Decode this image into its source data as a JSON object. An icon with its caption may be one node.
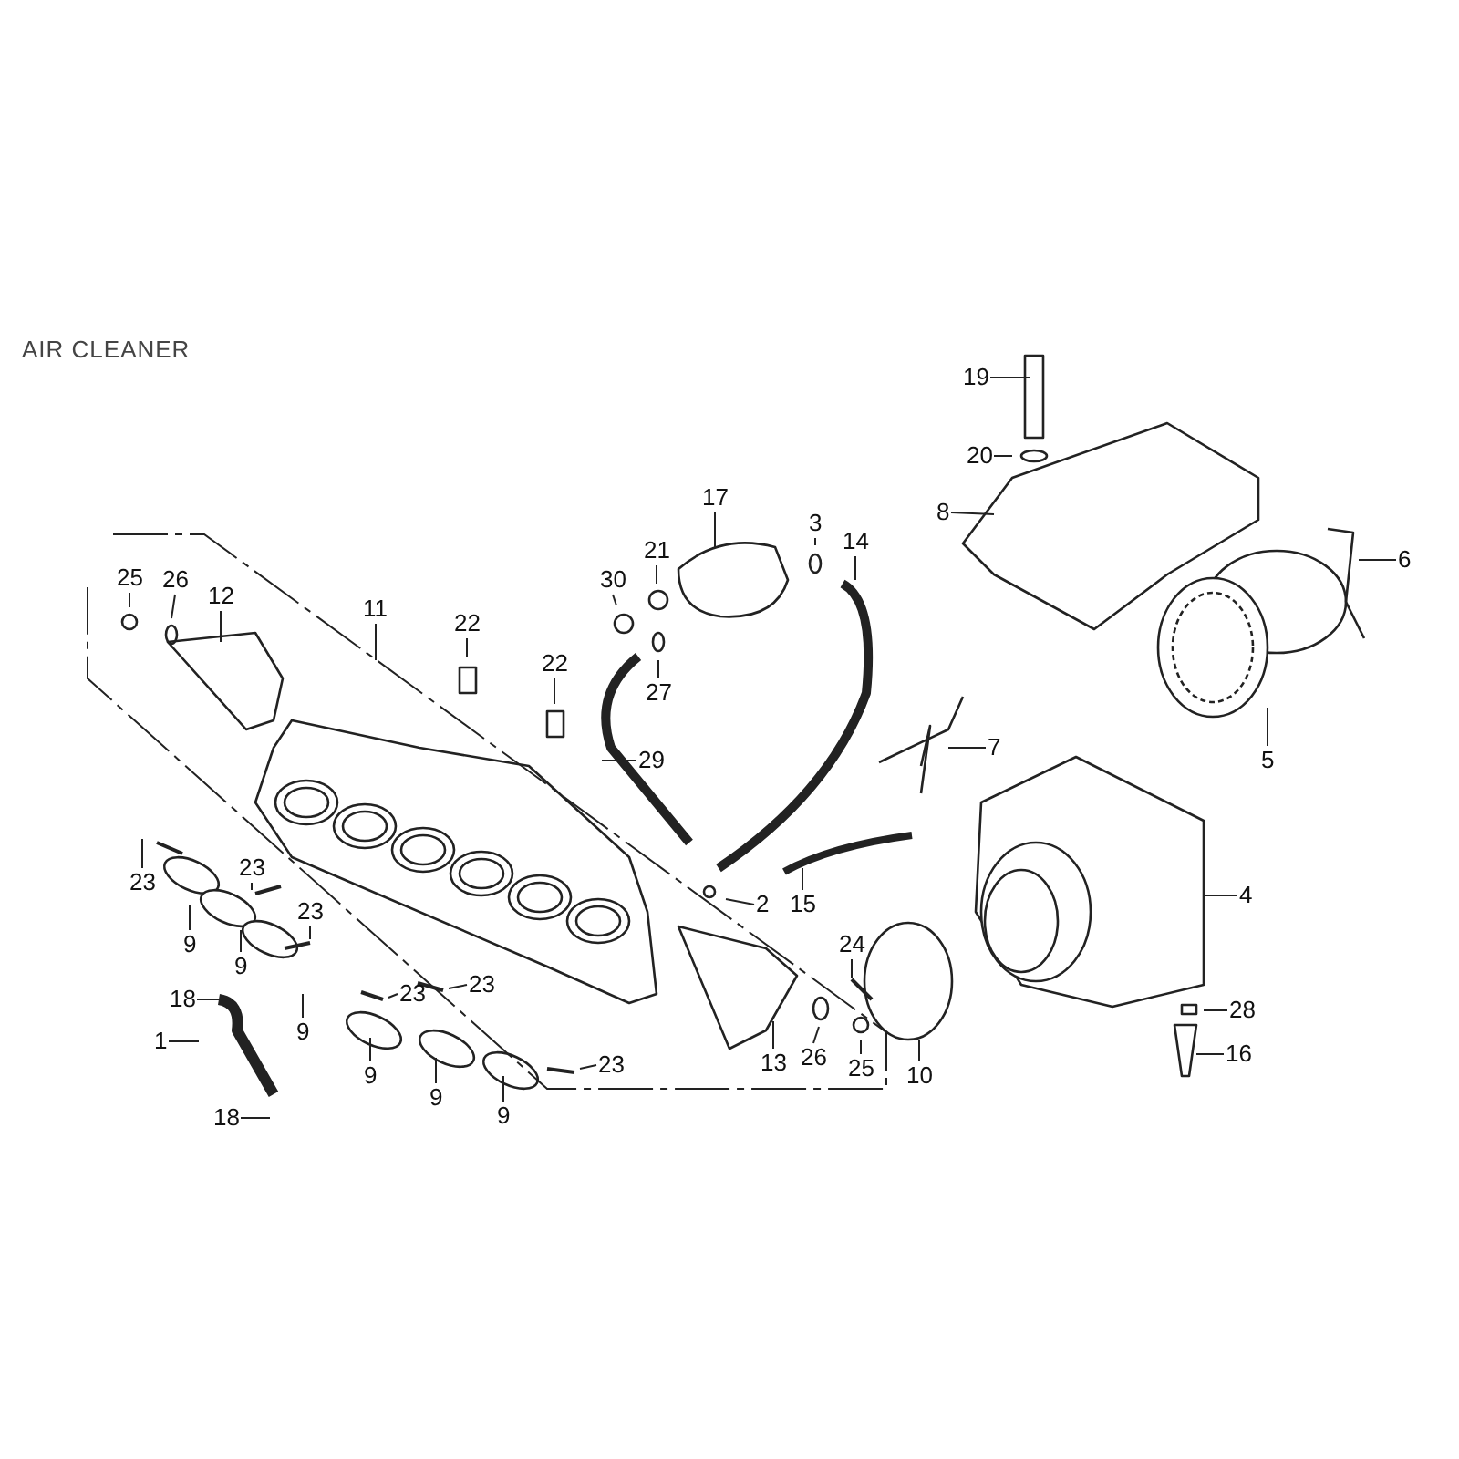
{
  "diagram": {
    "title": "AIR CLEANER",
    "nodes": [
      {
        "text": [
          "19"
        ]
      },
      {
        "text": [
          "20"
        ]
      },
      {
        "text": [
          "8"
        ]
      },
      {
        "text": [
          "6"
        ]
      },
      {
        "text": [
          "17"
        ]
      },
      {
        "text": [
          "3"
        ]
      },
      {
        "text": [
          "14"
        ]
      },
      {
        "text": [
          "30"
        ]
      },
      {
        "text": [
          "21"
        ]
      },
      {
        "text": [
          "27"
        ]
      },
      {
        "text": [
          "25"
        ]
      },
      {
        "text": [
          "26"
        ]
      },
      {
        "text": [
          "12"
        ]
      },
      {
        "text": [
          "11"
        ]
      },
      {
        "text": [
          "22"
        ]
      },
      {
        "text": [
          "22"
        ]
      },
      {
        "text": [
          "29"
        ]
      },
      {
        "text": [
          "7"
        ]
      },
      {
        "text": [
          "5"
        ]
      },
      {
        "text": [
          "2"
        ]
      },
      {
        "text": [
          "15"
        ]
      },
      {
        "text": [
          "4"
        ]
      },
      {
        "text": [
          "23"
        ]
      },
      {
        "text": [
          "9"
        ]
      },
      {
        "text": [
          "23"
        ]
      },
      {
        "text": [
          "23"
        ]
      },
      {
        "text": [
          "9"
        ]
      },
      {
        "text": [
          "18"
        ]
      },
      {
        "text": [
          "9"
        ]
      },
      {
        "text": [
          "1"
        ]
      },
      {
        "text": [
          "23"
        ]
      },
      {
        "text": [
          "23"
        ]
      },
      {
        "text": [
          "9"
        ]
      },
      {
        "text": [
          "18"
        ]
      },
      {
        "text": [
          "9"
        ]
      },
      {
        "text": [
          "9"
        ]
      },
      {
        "text": [
          "23"
        ]
      },
      {
        "text": [
          "13"
        ]
      },
      {
        "text": [
          "26"
        ]
      },
      {
        "text": [
          "25"
        ]
      },
      {
        "text": [
          "24"
        ]
      },
      {
        "text": [
          "10"
        ]
      },
      {
        "text": [
          "28"
        ]
      },
      {
        "text": [
          "16"
        ]
      }
    ],
    "edges": [
      {
        "from": 0,
        "to": null,
        "arrow": "none"
      },
      {
        "from": 1,
        "to": null,
        "arrow": "none"
      },
      {
        "from": 2,
        "to": null,
        "arrow": "none"
      },
      {
        "from": 3,
        "to": null,
        "arrow": "none"
      },
      {
        "from": 4,
        "to": null,
        "arrow": "none"
      },
      {
        "from": 5,
        "to": null,
        "arrow": "none"
      },
      {
        "from": 6,
        "to": null,
        "arrow": "none"
      },
      {
        "from": 7,
        "to": null,
        "arrow": "none"
      },
      {
        "from": 8,
        "to": null,
        "arrow": "none"
      },
      {
        "from": 9,
        "to": null,
        "arrow": "none"
      },
      {
        "from": 10,
        "to": null,
        "arrow": "none"
      },
      {
        "from": 11,
        "to": null,
        "arrow": "none"
      },
      {
        "from": 12,
        "to": null,
        "arrow": "none"
      },
      {
        "from": 13,
        "to": null,
        "arrow": "none"
      },
      {
        "from": 14,
        "to": null,
        "arrow": "none"
      },
      {
        "from": 15,
        "to": null,
        "arrow": "none"
      },
      {
        "from": 16,
        "to": null,
        "arrow": "none"
      },
      {
        "from": 17,
        "to": null,
        "arrow": "none"
      },
      {
        "from": 18,
        "to": null,
        "arrow": "none"
      },
      {
        "from": 19,
        "to": null,
        "arrow": "none"
      },
      {
        "from": 20,
        "to": null,
        "arrow": "none"
      },
      {
        "from": 21,
        "to": null,
        "arrow": "none"
      },
      {
        "from": 22,
        "to": null,
        "arrow": "none"
      },
      {
        "from": 23,
        "to": null,
        "arrow": "none"
      },
      {
        "from": 24,
        "to": null,
        "arrow": "none"
      },
      {
        "from": 25,
        "to": null,
        "arrow": "none"
      },
      {
        "from": 26,
        "to": null,
        "arrow": "none"
      },
      {
        "from": 27,
        "to": null,
        "arrow": "none"
      },
      {
        "from": 28,
        "to": null,
        "arrow": "none"
      },
      {
        "from": 29,
        "to": null,
        "arrow": "none"
      },
      {
        "from": 30,
        "to": null,
        "arrow": "none"
      },
      {
        "from": 31,
        "to": null,
        "arrow": "none"
      },
      {
        "from": 32,
        "to": null,
        "arrow": "none"
      },
      {
        "from": 33,
        "to": null,
        "arrow": "none"
      },
      {
        "from": 34,
        "to": null,
        "arrow": "none"
      },
      {
        "from": 35,
        "to": null,
        "arrow": "none"
      },
      {
        "from": 36,
        "to": null,
        "arrow": "none"
      },
      {
        "from": 37,
        "to": null,
        "arrow": "none"
      },
      {
        "from": 38,
        "to": null,
        "arrow": "none"
      },
      {
        "from": 39,
        "to": null,
        "arrow": "none"
      },
      {
        "from": 40,
        "to": null,
        "arrow": "none"
      },
      {
        "from": 41,
        "to": null,
        "arrow": "none"
      },
      {
        "from": 42,
        "to": null,
        "arrow": "none"
      },
      {
        "from": 43,
        "to": null,
        "arrow": "none"
      }
    ]
  }
}
